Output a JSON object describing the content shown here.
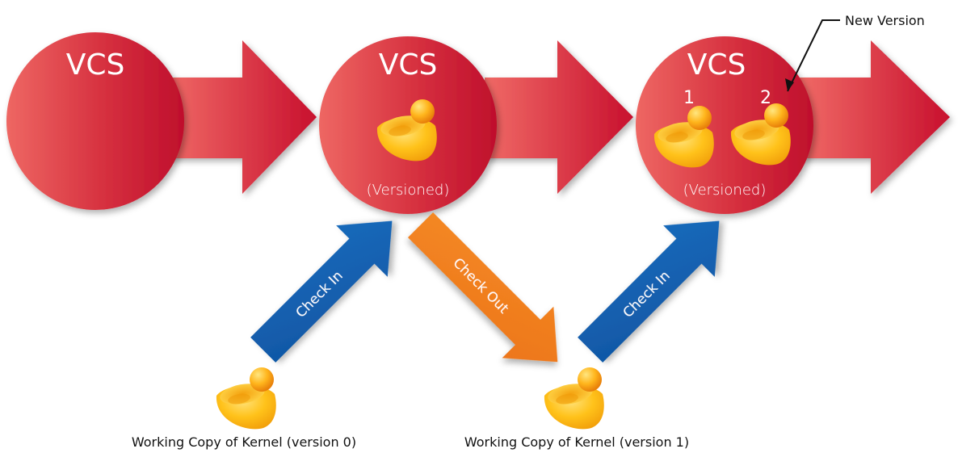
{
  "repositories": [
    {
      "title": "VCS",
      "status": ""
    },
    {
      "title": "VCS",
      "status": "(Versioned)"
    },
    {
      "title": "VCS",
      "status": "(Versioned)",
      "version_labels": [
        "1",
        "2"
      ]
    }
  ],
  "actions": {
    "check_in_1": "Check In",
    "check_out": "Check Out",
    "check_in_2": "Check In"
  },
  "working_copies": [
    {
      "caption": "Working Copy of Kernel (version 0)"
    },
    {
      "caption": "Working Copy of Kernel (version 1)"
    }
  ],
  "callout": {
    "label": "New Version"
  },
  "colors": {
    "repository_red": "#d63040",
    "check_in_blue": "#1660ad",
    "check_out_orange": "#f07e22",
    "kernel_yellow": "#ffc010"
  },
  "icons": [
    "kernel-icon"
  ]
}
